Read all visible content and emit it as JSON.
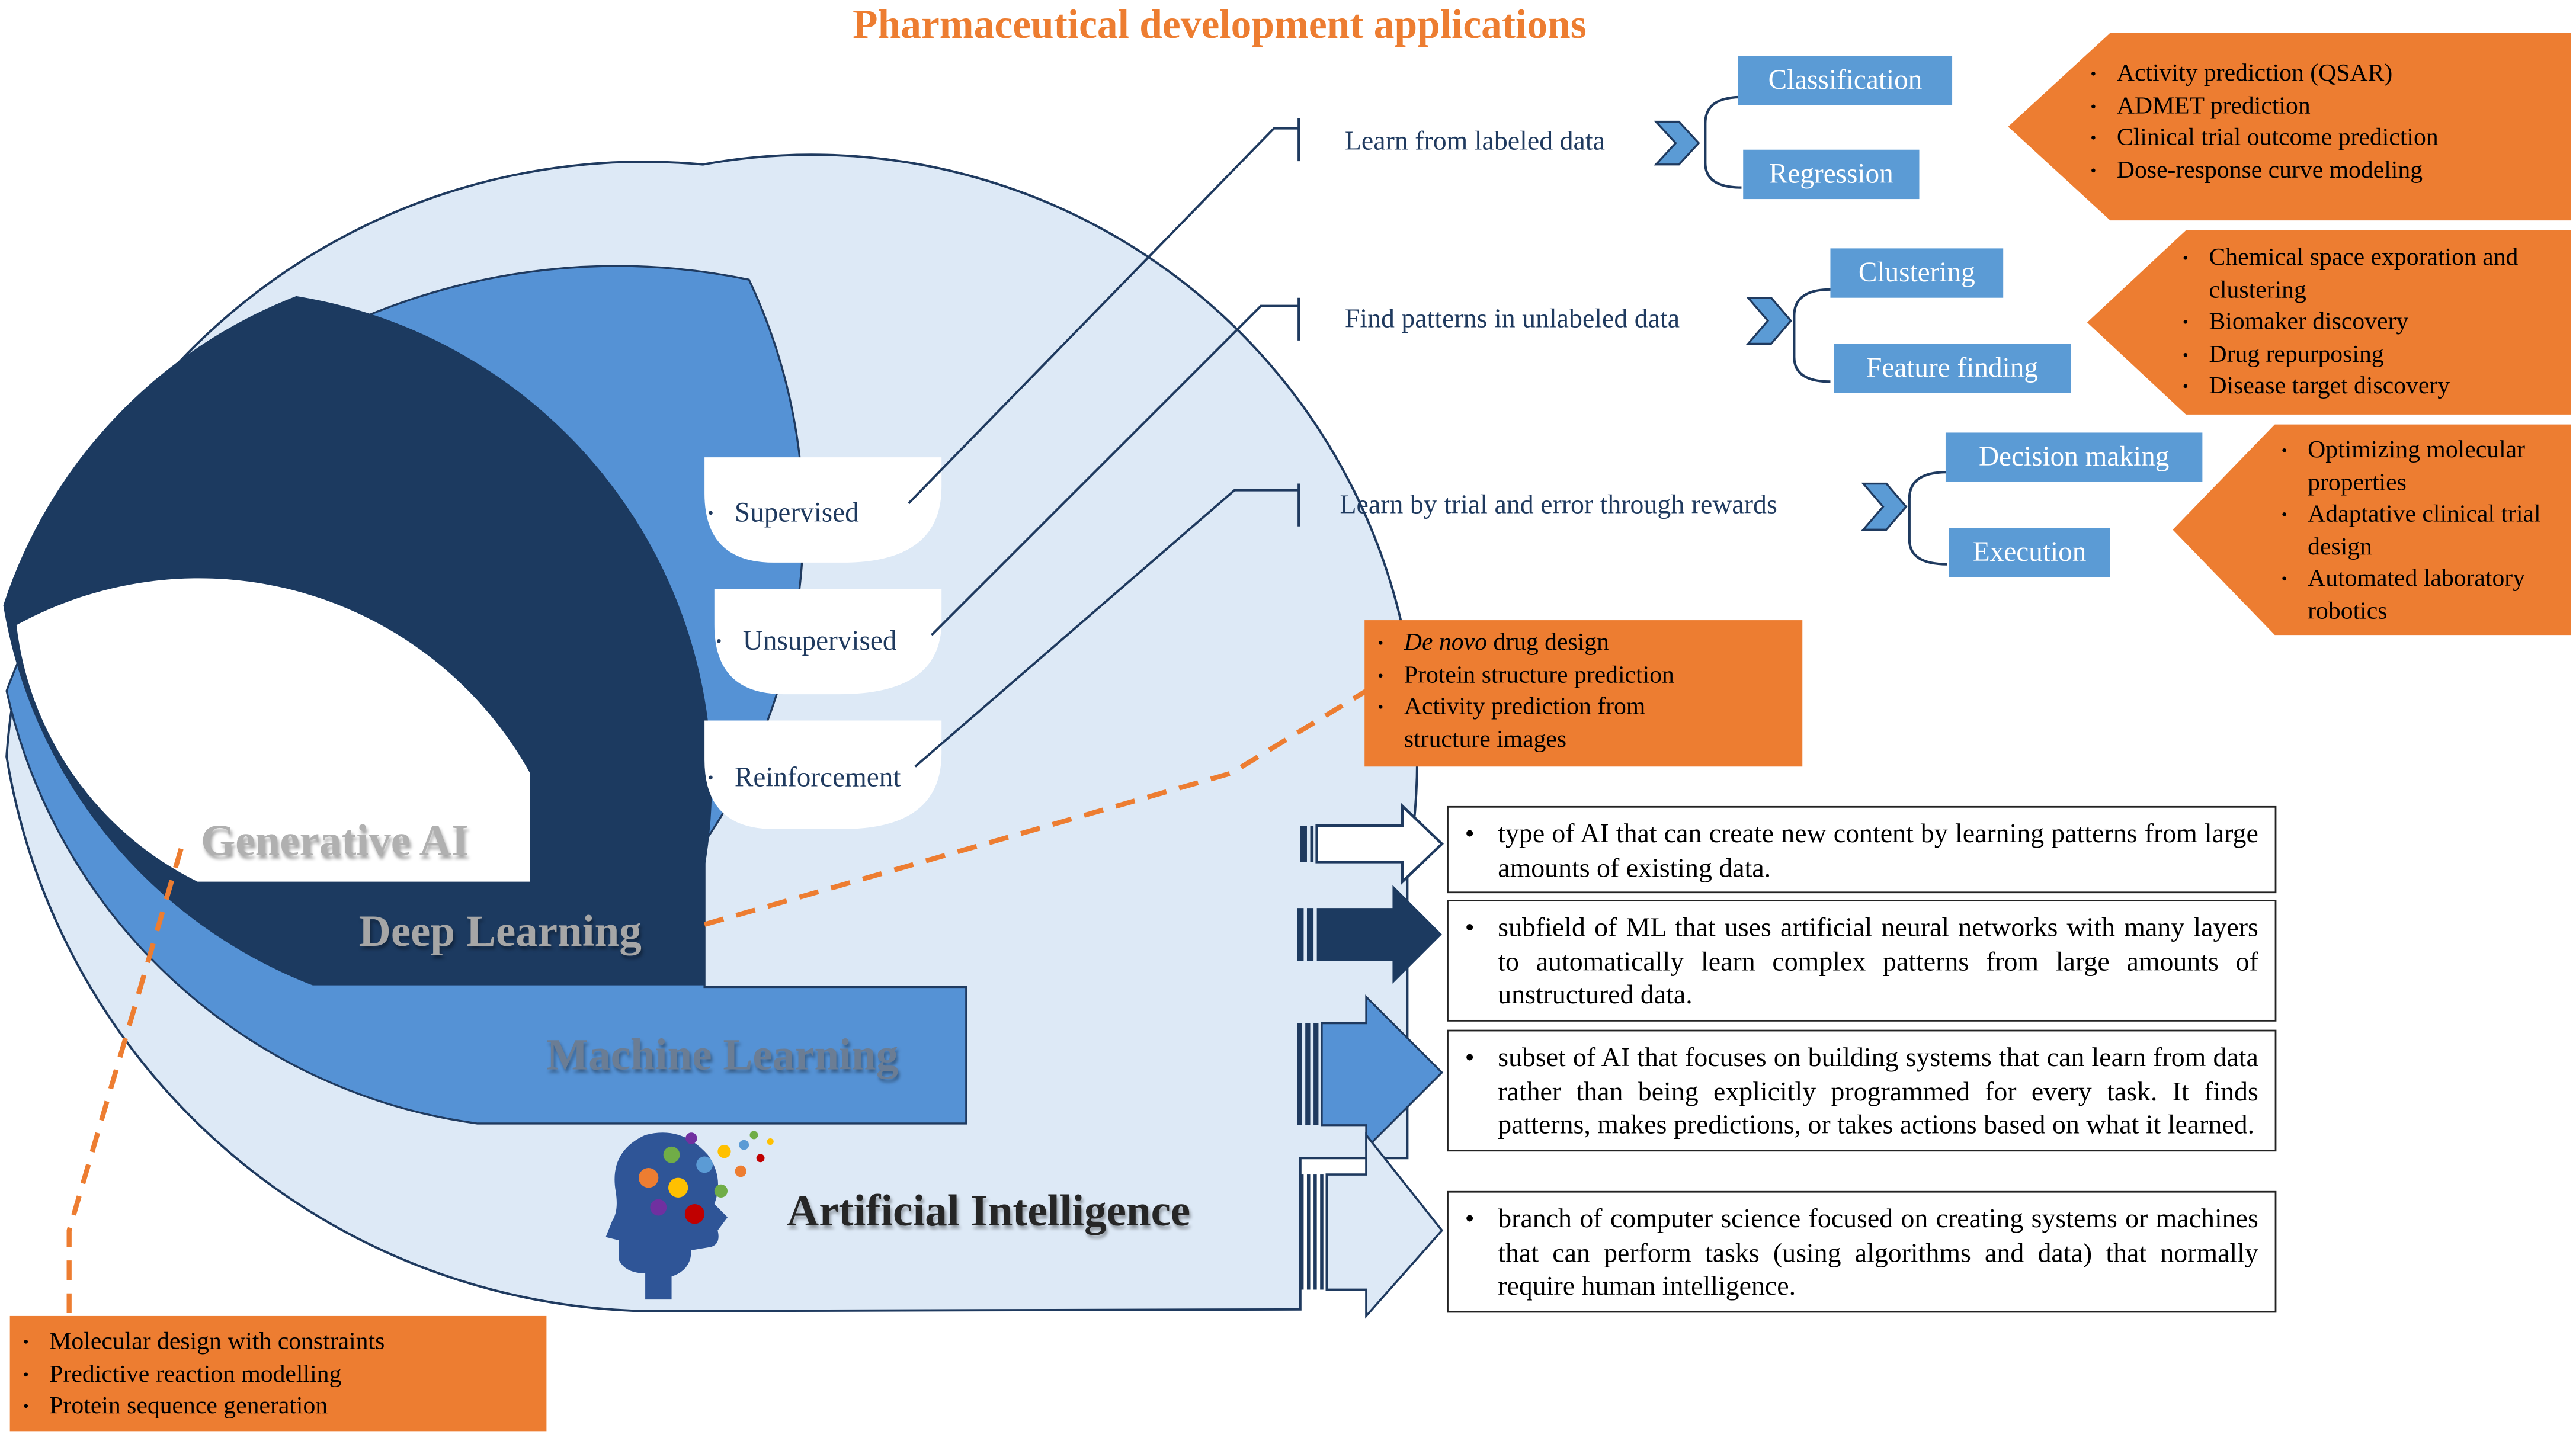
{
  "title": "Pharmaceutical development applications",
  "layers": {
    "generative": "Generative AI",
    "deep": "Deep Learning",
    "machine": "Machine Learning",
    "ai": "Artificial Intelligence"
  },
  "bubbles": [
    "Supervised",
    "Unsupervised",
    "Reinforcement"
  ],
  "learning": [
    {
      "label": "Learn from labeled data",
      "chips": [
        "Classification",
        "Regression"
      ],
      "apps": [
        "Activity prediction (QSAR)",
        "ADMET prediction",
        "Clinical trial outcome prediction",
        "Dose-response curve modeling"
      ]
    },
    {
      "label": "Find patterns in unlabeled data",
      "chips": [
        "Clustering",
        "Feature finding"
      ],
      "apps": [
        "Chemical space exporation and clustering",
        "Biomaker discovery",
        "Drug repurposing",
        "Disease target discovery"
      ]
    },
    {
      "label": "Learn by trial and error through rewards",
      "chips": [
        "Decision making",
        "Execution"
      ],
      "apps": [
        "Optimizing molecular properties",
        "Adaptative clinical trial design",
        "Automated laboratory robotics"
      ]
    }
  ],
  "deep_apps": {
    "items": [
      {
        "em": "De novo",
        "text": " drug design"
      },
      {
        "em": "",
        "text": "Protein structure prediction"
      },
      {
        "em": "",
        "text": "Activity prediction from structure images"
      }
    ]
  },
  "generative_apps": [
    "Molecular design with constraints",
    "Predictive reaction modelling",
    "Protein sequence generation"
  ],
  "definitions": [
    "type of AI that can create new content by learning patterns from large amounts of existing data.",
    "subfield of ML that uses artificial neural networks with many layers to automatically learn complex patterns from large amounts of unstructured data.",
    "subset of AI that focuses on building systems that can learn from data rather than being explicitly programmed for every task. It finds patterns, makes predictions, or takes actions based on what it learned.",
    "branch of computer science focused on creating systems or machines that can perform tasks (using algorithms and data) that normally require human intelligence."
  ],
  "colors": {
    "orange": "#ed7d31",
    "ai_fill": "#dde9f6",
    "ml_fill": "#5592d5",
    "dl_fill": "#1c3a60",
    "navy": "#1f3a5f"
  }
}
